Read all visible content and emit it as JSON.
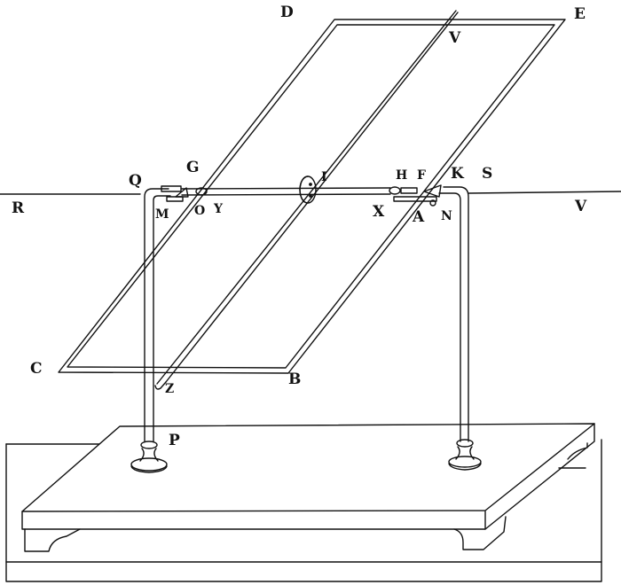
{
  "figure": {
    "description": "Engraving of rectangular wire frame on horizontal axle supported by two pillars on a wooden base",
    "ink_color": "#111111",
    "paper_color": "#ffffff"
  },
  "labels": {
    "D": "D",
    "E": "E",
    "V_top": "V",
    "Q": "Q",
    "G": "G",
    "M": "M",
    "O": "O",
    "Y": "Y",
    "I": "I",
    "H": "H",
    "F": "F",
    "K": "K",
    "S": "S",
    "X": "X",
    "A": "A",
    "N": "N",
    "R": "R",
    "V_right": "V",
    "C": "C",
    "Z": "Z",
    "B": "B",
    "P": "P"
  }
}
